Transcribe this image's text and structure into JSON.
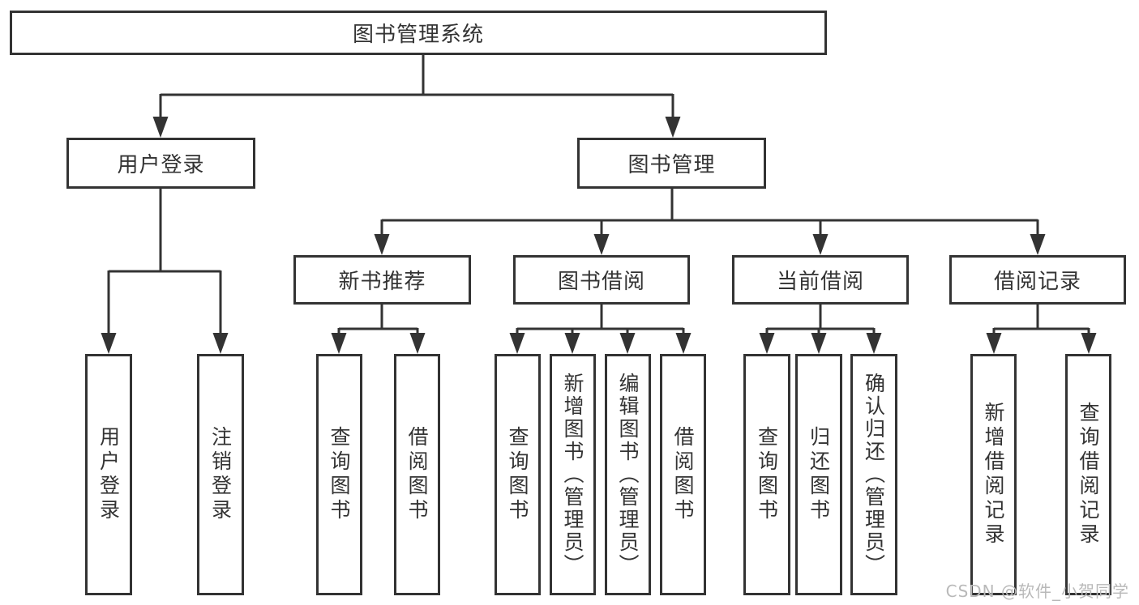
{
  "diagram": {
    "type": "hierarchy-tree",
    "colors": {
      "line": "#333333",
      "border": "#333333",
      "text": "#333333",
      "box_background": "#ffffff",
      "page_background": "#ffffff",
      "watermark": "#b9b9b9"
    },
    "nodes": {
      "root": {
        "label": "图书管理系统",
        "level": 1
      },
      "user_login": {
        "label": "用户登录",
        "level": 2,
        "parent": "root"
      },
      "book_management": {
        "label": "图书管理",
        "level": 2,
        "parent": "root"
      },
      "new_book_recommend": {
        "label": "新书推荐",
        "level": 3,
        "parent": "book_management"
      },
      "book_borrow": {
        "label": "图书借阅",
        "level": 3,
        "parent": "book_management"
      },
      "current_borrow": {
        "label": "当前借阅",
        "level": 3,
        "parent": "book_management"
      },
      "borrow_records": {
        "label": "借阅记录",
        "level": 3,
        "parent": "book_management"
      },
      "leaf_user_login": {
        "label": "用户登录",
        "level": 4,
        "parent": "user_login"
      },
      "leaf_logout": {
        "label": "注销登录",
        "level": 4,
        "parent": "user_login"
      },
      "leaf_nb_query": {
        "label": "查询图书",
        "level": 4,
        "parent": "new_book_recommend"
      },
      "leaf_nb_borrow": {
        "label": "借阅图书",
        "level": 4,
        "parent": "new_book_recommend"
      },
      "leaf_bb_query": {
        "label": "查询图书",
        "level": 4,
        "parent": "book_borrow"
      },
      "leaf_bb_add": {
        "label": "新增图书（管理员）",
        "level": 4,
        "parent": "book_borrow"
      },
      "leaf_bb_edit": {
        "label": "编辑图书（管理员）",
        "level": 4,
        "parent": "book_borrow"
      },
      "leaf_bb_borrow": {
        "label": "借阅图书",
        "level": 4,
        "parent": "book_borrow"
      },
      "leaf_cb_query": {
        "label": "查询图书",
        "level": 4,
        "parent": "current_borrow"
      },
      "leaf_cb_return": {
        "label": "归还图书",
        "level": 4,
        "parent": "current_borrow"
      },
      "leaf_cb_confirm": {
        "label": "确认归还（管理员）",
        "level": 4,
        "parent": "current_borrow"
      },
      "leaf_br_add": {
        "label": "新增借阅记录",
        "level": 4,
        "parent": "borrow_records"
      },
      "leaf_br_query": {
        "label": "查询借阅记录",
        "level": 4,
        "parent": "borrow_records"
      }
    },
    "edges": [
      {
        "from": "root",
        "to": "user_login"
      },
      {
        "from": "root",
        "to": "book_management"
      },
      {
        "from": "user_login",
        "to": "leaf_user_login"
      },
      {
        "from": "user_login",
        "to": "leaf_logout"
      },
      {
        "from": "book_management",
        "to": "new_book_recommend"
      },
      {
        "from": "book_management",
        "to": "book_borrow"
      },
      {
        "from": "book_management",
        "to": "current_borrow"
      },
      {
        "from": "book_management",
        "to": "borrow_records"
      },
      {
        "from": "new_book_recommend",
        "to": "leaf_nb_query"
      },
      {
        "from": "new_book_recommend",
        "to": "leaf_nb_borrow"
      },
      {
        "from": "book_borrow",
        "to": "leaf_bb_query"
      },
      {
        "from": "book_borrow",
        "to": "leaf_bb_add"
      },
      {
        "from": "book_borrow",
        "to": "leaf_bb_edit"
      },
      {
        "from": "book_borrow",
        "to": "leaf_bb_borrow"
      },
      {
        "from": "current_borrow",
        "to": "leaf_cb_query"
      },
      {
        "from": "current_borrow",
        "to": "leaf_cb_return"
      },
      {
        "from": "current_borrow",
        "to": "leaf_cb_confirm"
      },
      {
        "from": "borrow_records",
        "to": "leaf_br_add"
      },
      {
        "from": "borrow_records",
        "to": "leaf_br_query"
      }
    ],
    "watermark": {
      "text": "CSDN @软件_小贺同学"
    }
  }
}
